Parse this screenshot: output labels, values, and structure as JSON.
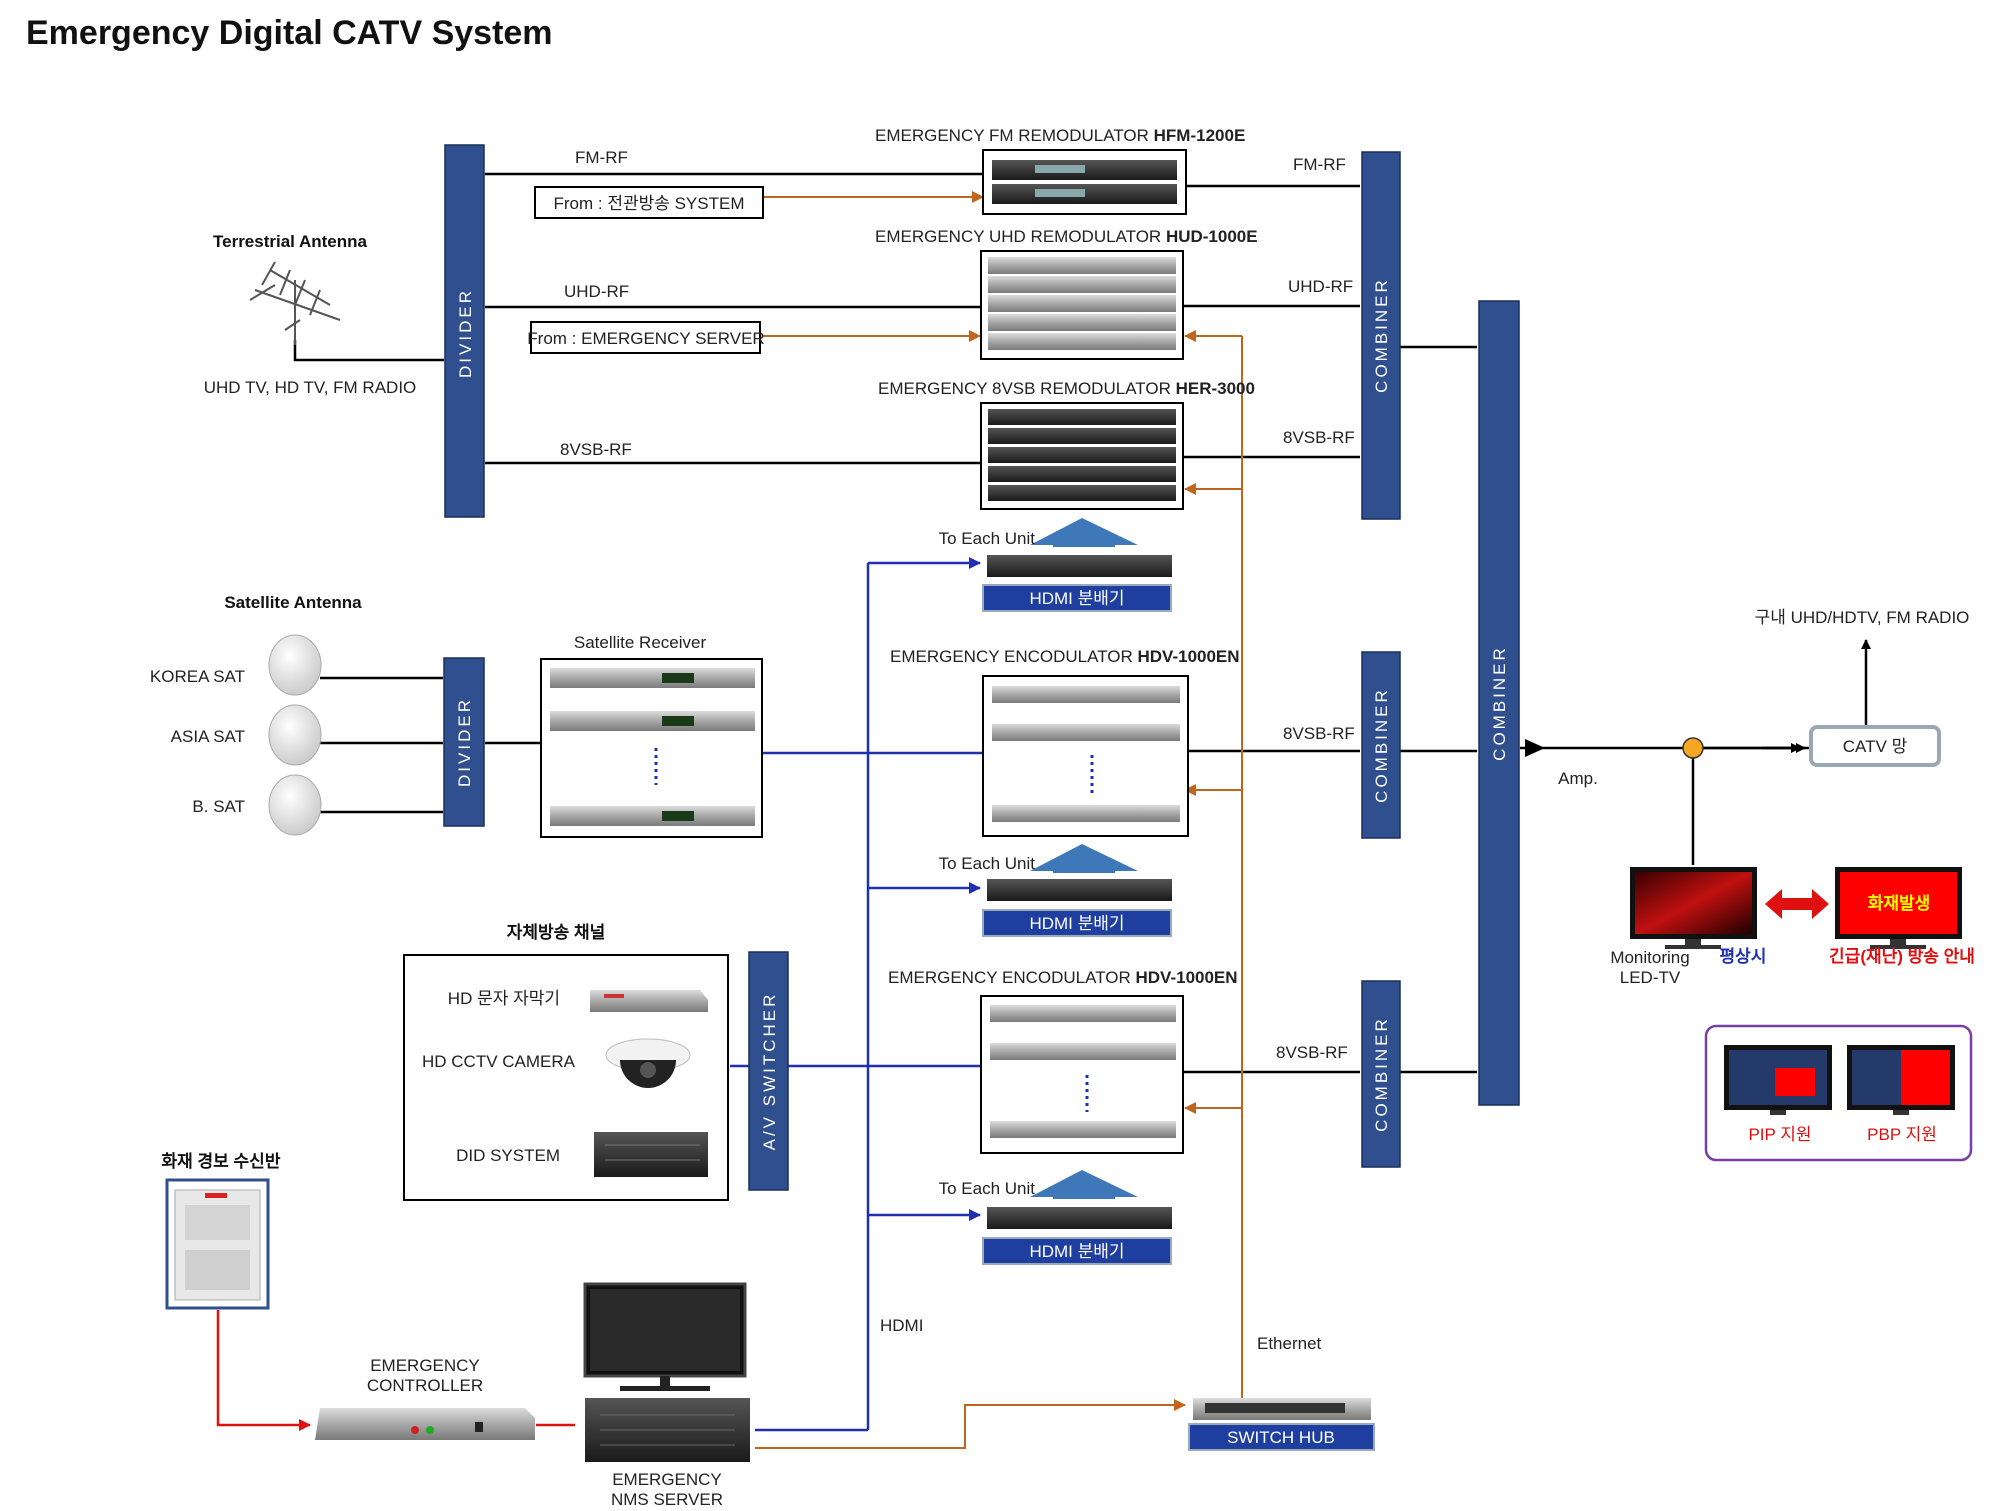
{
  "title": "Emergency Digital CATV System",
  "terrestrial": {
    "heading": "Terrestrial Antenna",
    "caption": "UHD TV, HD TV, FM RADIO",
    "divider": "DIVIDER"
  },
  "fm": {
    "title_prefix": "EMERGENCY FM REMODULATOR ",
    "title_model": "HFM-1200E",
    "in_label": "FM-RF",
    "from_label": "From : 전관방송 SYSTEM",
    "out_label": "FM-RF"
  },
  "uhd": {
    "title_prefix": "EMERGENCY UHD REMODULATOR ",
    "title_model": "HUD-1000E",
    "in_label": "UHD-RF",
    "from_label": "From : EMERGENCY SERVER",
    "out_label": "UHD-RF"
  },
  "vsb": {
    "title_prefix": "EMERGENCY 8VSB REMODULATOR ",
    "title_model": "HER-3000",
    "in_label": "8VSB-RF",
    "out_label": "8VSB-RF"
  },
  "combiner_label": "COMBINER",
  "to_each_unit": "To Each Unit",
  "hdmi_splitter": "HDMI 분배기",
  "satellite": {
    "heading": "Satellite Antenna",
    "dishes": [
      "KOREA SAT",
      "ASIA SAT",
      "B. SAT"
    ],
    "divider": "DIVIDER",
    "receiver_title": "Satellite Receiver"
  },
  "encoder1": {
    "title_prefix": "EMERGENCY ENCODULATOR ",
    "title_model": "HDV-1000EN",
    "out_label": "8VSB-RF"
  },
  "encoder2": {
    "title_prefix": "EMERGENCY ENCODULATOR ",
    "title_model": "HDV-1000EN",
    "out_label": "8VSB-RF"
  },
  "self_channel": {
    "heading": "자체방송 채널",
    "items": [
      "HD 문자 자막기",
      "HD CCTV CAMERA",
      "DID SYSTEM"
    ],
    "switcher": "A/V SWITCHER"
  },
  "fire": {
    "heading": "화재 경보 수신반"
  },
  "controller": {
    "line1": "EMERGENCY",
    "line2": "CONTROLLER"
  },
  "nms": {
    "line1": "EMERGENCY",
    "line2": "NMS SERVER"
  },
  "hdmi_label": "HDMI",
  "ethernet_label": "Ethernet",
  "switch_hub": "SWITCH HUB",
  "output": {
    "amp": "Amp.",
    "catv": "CATV 망",
    "indoor": "구내 UHD/HDTV, FM RADIO",
    "monitor_line1": "Monitoring",
    "monitor_line2": "LED-TV",
    "normal": "평상시",
    "fire_screen": "화재발생",
    "emergency": "긴급(재난) 방송 안내",
    "pip": "PIP 지원",
    "pbp": "PBP 지원"
  },
  "colors": {
    "navy": "#2f4f8f",
    "blue_line": "#1f2fb0",
    "orange_line": "#c0651e",
    "red_line": "#e01010",
    "arrow_blue": "#3f78b8",
    "purple": "#7a3fa0"
  }
}
